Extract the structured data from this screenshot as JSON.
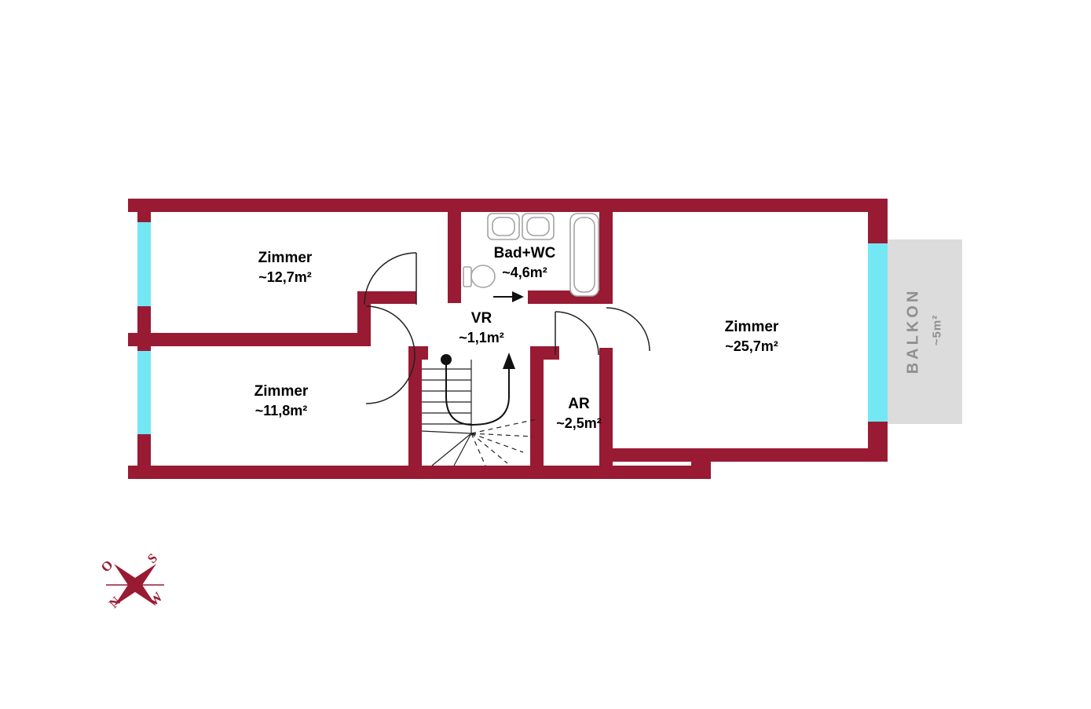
{
  "palette": {
    "wall": "#991a33",
    "window": "#74e7f4",
    "balcony_bg": "#dcdcdc",
    "balcony_text": "#8f8f8f",
    "plan_line": "#1a1a1a",
    "fixture_line": "#a3a3a3"
  },
  "rooms": [
    {
      "id": "zimmer-top-left",
      "name": "Zimmer",
      "area": "~12,7m²"
    },
    {
      "id": "zimmer-bottom-left",
      "name": "Zimmer",
      "area": "~11,8m²"
    },
    {
      "id": "vr",
      "name": "VR",
      "area": "~1,1m²"
    },
    {
      "id": "bad-wc",
      "name": "Bad+WC",
      "area": "~4,6m²"
    },
    {
      "id": "ar",
      "name": "AR",
      "area": "~2,5m²"
    },
    {
      "id": "zimmer-right",
      "name": "Zimmer",
      "area": "~25,7m²"
    }
  ],
  "balcony": {
    "name": "BALKON",
    "area": "~5m²"
  },
  "compass": {
    "n": "N",
    "s": "S",
    "o": "O",
    "w": "W"
  }
}
